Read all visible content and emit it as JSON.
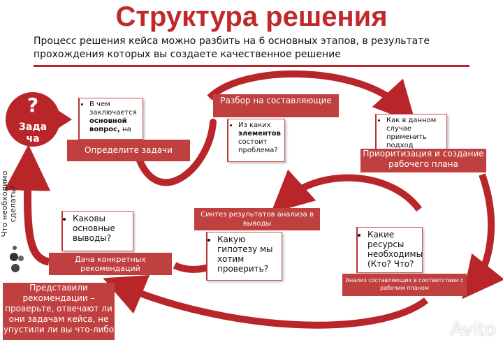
{
  "title": "Структура решения",
  "subtitle": "Процесс решения кейса можно разбить на 6 основных этапов, в результате прохождения которых вы создаете качественное решение",
  "task_circle": {
    "symbol": "?",
    "label": "Задача"
  },
  "side_label": "Что необходимо сделать?",
  "step1": {
    "title": "Определите задачи",
    "note_before": "В чем заключается ",
    "note_bold": "основной вопрос,",
    "note_after": " на"
  },
  "step2": {
    "title": "Разбор на составляющие",
    "note_before": "Из каких ",
    "note_bold": "элементов",
    "note_after": " состоит проблема?"
  },
  "step3": {
    "title": "Приоритизация и создание рабочего плана",
    "note": "Как в данном случае применить подход"
  },
  "step4": {
    "title": "Анализ составляющих в соответствии с рабочим планом",
    "note": "Какие ресурсы необходимы (Кто? Что?"
  },
  "step5": {
    "title": "Синтез результатов анализа в выводы",
    "note": "Какую гипотезу мы хотим проверить?"
  },
  "step6": {
    "title": "Дача конкретных рекомендаций",
    "note": "Каковы основные выводы?"
  },
  "final_box": "Представили рекомендации – проверьте, отвечают ли они задачам кейса, не упустили ли вы что-либо",
  "watermark": "Avito",
  "colors": {
    "accent": "#c0292b",
    "box": "#c0403f",
    "arrow": "#b8262a"
  }
}
